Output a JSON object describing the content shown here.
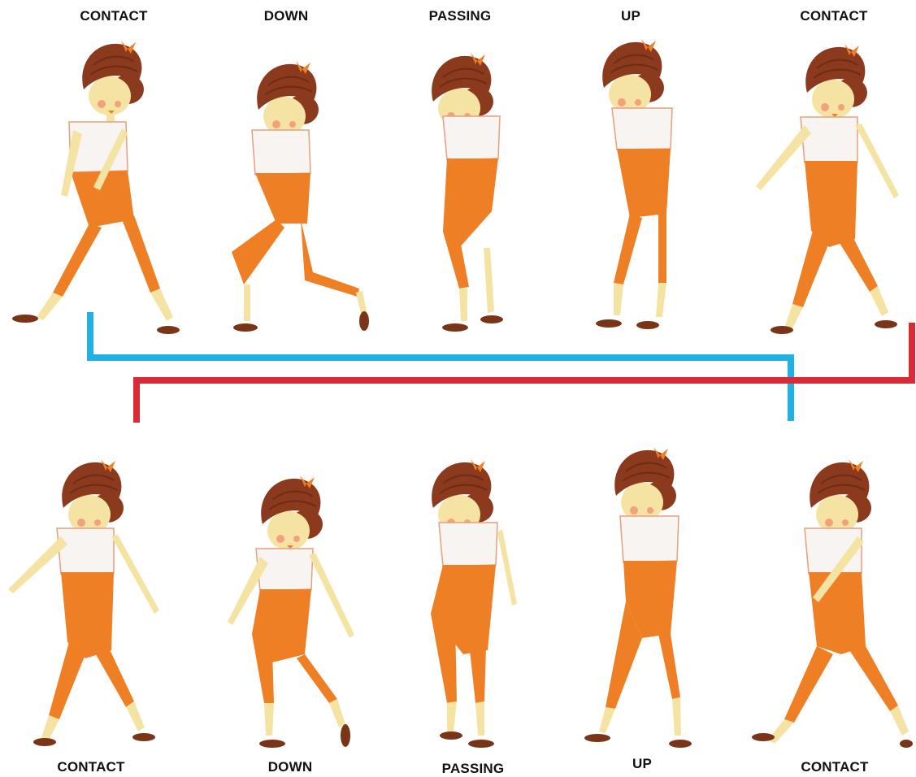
{
  "colors": {
    "hair": "#8b3a1e",
    "hair_shadow": "#6e2c16",
    "skin": "#f5e3a3",
    "cheek": "#f3a07c",
    "shirt": "#f7f4f2",
    "shirt_trim": "#e6a07c",
    "pants": "#ef7f24",
    "shoe": "#7a3518",
    "bow": "#ef7f24",
    "blue_bracket": "#1fb1e6",
    "red_bracket": "#d92a36"
  },
  "top_row": {
    "labels": [
      "CONTACT",
      "DOWN",
      "PASSING",
      "UP",
      "CONTACT"
    ]
  },
  "bottom_row": {
    "labels": [
      "CONTACT",
      "DOWN",
      "PASSING",
      "UP",
      "CONTACT"
    ]
  }
}
